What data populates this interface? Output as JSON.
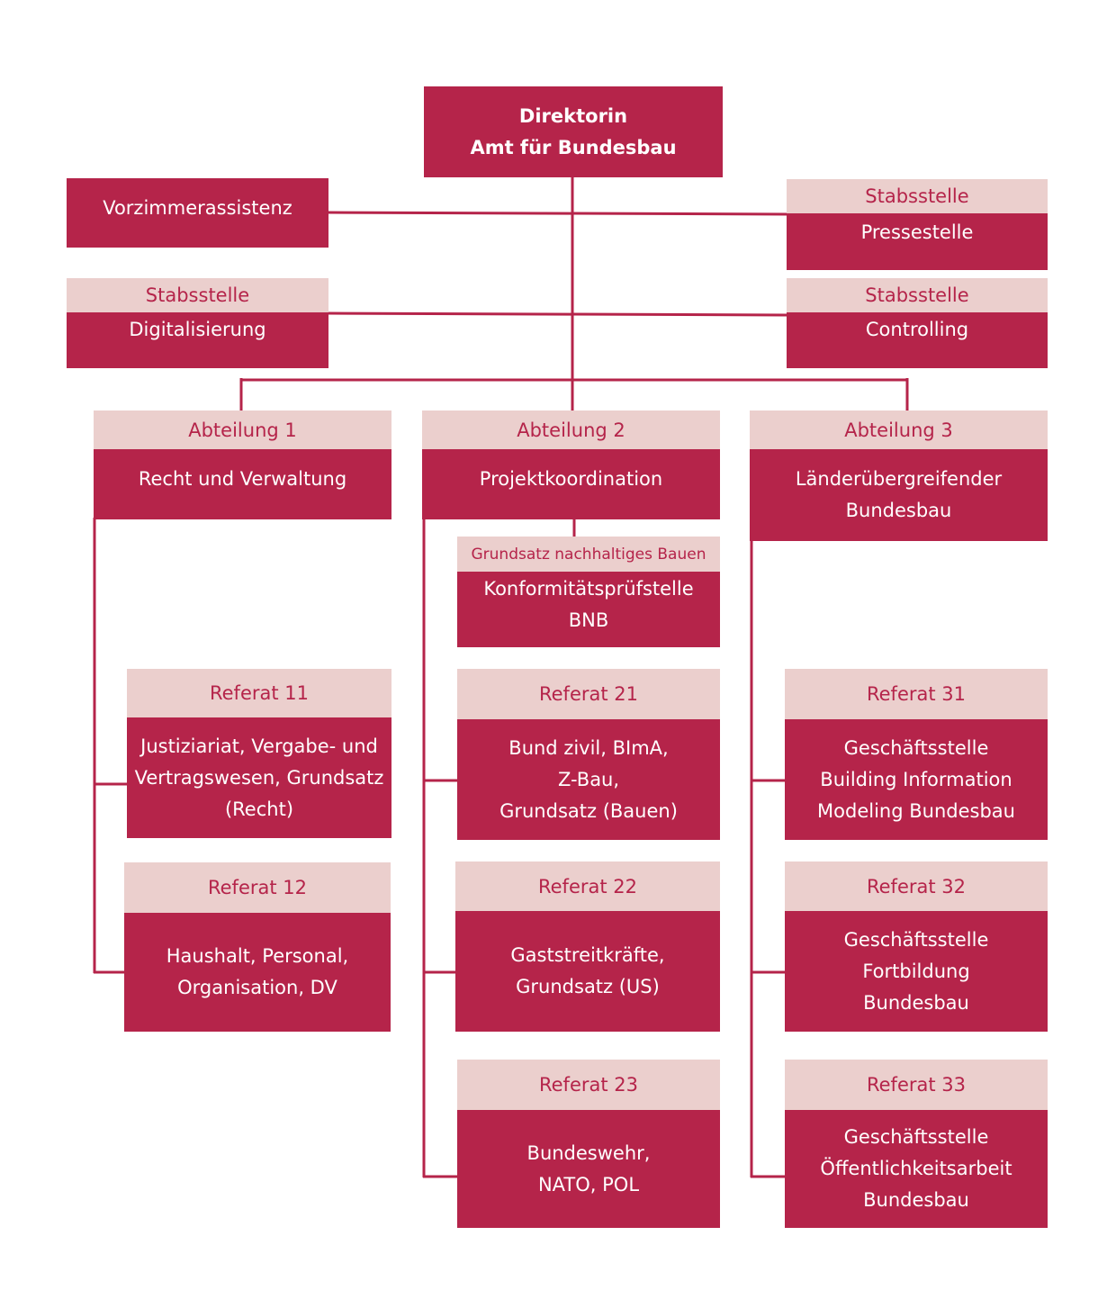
{
  "direktorin": {
    "line1": "Direktorin",
    "line2": "Amt für Bundesbau"
  },
  "vorzimmer": {
    "label": "Vorzimmerassistenz"
  },
  "presse": {
    "header": "Stabsstelle",
    "label": "Pressestelle"
  },
  "digital": {
    "header": "Stabsstelle",
    "label": "Digitalisierung"
  },
  "controlling": {
    "header": "Stabsstelle",
    "label": "Controlling"
  },
  "abt1": {
    "header": "Abteilung 1",
    "label": "Recht und Verwaltung"
  },
  "abt2": {
    "header": "Abteilung 2",
    "label": "Projektkoordination"
  },
  "abt3": {
    "header": "Abteilung 3",
    "label": "Länderübergreifender\nBundesbau"
  },
  "bnb": {
    "header": "Grundsatz nachhaltiges Bauen",
    "label": "Konformitätsprüfstelle\nBNB"
  },
  "ref11": {
    "header": "Referat 11",
    "label": "Justiziariat, Vergabe- und\nVertragswesen, Grundsatz\n(Recht)"
  },
  "ref12": {
    "header": "Referat 12",
    "label": "Haushalt, Personal,\nOrganisation, DV"
  },
  "ref21": {
    "header": "Referat 21",
    "label": "Bund zivil, BImA,\nZ-Bau,\nGrundsatz (Bauen)"
  },
  "ref22": {
    "header": "Referat 22",
    "label": "Gaststreitkräfte,\nGrundsatz (US)"
  },
  "ref23": {
    "header": "Referat 23",
    "label": "Bundeswehr,\nNATO, POL"
  },
  "ref31": {
    "header": "Referat 31",
    "label": "Geschäftsstelle\nBuilding Information\nModeling Bundesbau"
  },
  "ref32": {
    "header": "Referat 32",
    "label": "Geschäftsstelle\nFortbildung\nBundesbau"
  },
  "ref33": {
    "header": "Referat 33",
    "label": "Geschäftsstelle\nÖffentlichkeitsarbeit\nBundesbau"
  },
  "colors": {
    "primary": "#b5244a",
    "light": "#ebcfcd",
    "background": "#ffffff"
  }
}
